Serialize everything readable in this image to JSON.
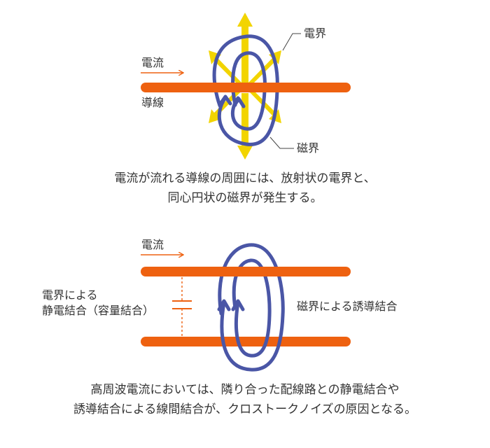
{
  "diagram1": {
    "current_label": "電流",
    "wire_label": "導線",
    "electric_field_label": "電界",
    "magnetic_field_label": "磁界",
    "caption_line1": "電流が流れる導線の周囲には、放射状の電界と、",
    "caption_line2": "同心円状の磁界が発生する。"
  },
  "diagram2": {
    "current_label": "電流",
    "capacitive_line1": "電界による",
    "capacitive_line2": "静電結合（容量結合）",
    "inductive_label": "磁界による誘導結合",
    "caption_line1": "高周波電流においては、隣り合った配線路との静電結合や",
    "caption_line2": "誘導結合による線間結合が、クロストークノイズの原因となる。"
  },
  "colors": {
    "wire": "#ee6110",
    "field_ring": "#4a56a6",
    "electric_arrow": "#f2d400",
    "text": "#333333"
  }
}
